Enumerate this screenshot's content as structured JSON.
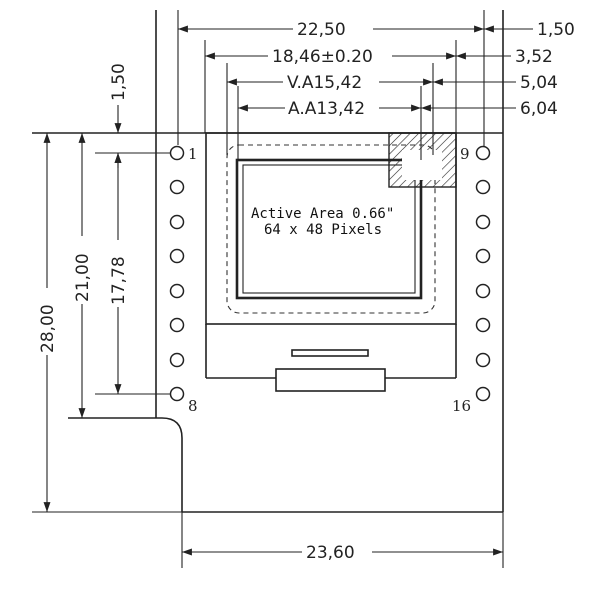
{
  "dimensions": {
    "top_overall": "22,50",
    "top_tolerance": "18,46±0.20",
    "top_va": "V.A15,42",
    "top_aa": "A.A13,42",
    "right_1": "1,50",
    "right_2": "3,52",
    "right_3": "5,04",
    "right_4": "6,04",
    "left_pin_offset": "1,50",
    "left_height_total": "28,00",
    "left_height_pcb": "21,00",
    "left_pin_span": "17,78",
    "bottom_width": "23,60"
  },
  "pins": {
    "pin_1": "1",
    "pin_8": "8",
    "pin_9": "9",
    "pin_16": "16"
  },
  "active_area": {
    "line1": "Active Area 0.66\"",
    "line2": "64 x 48 Pixels"
  }
}
